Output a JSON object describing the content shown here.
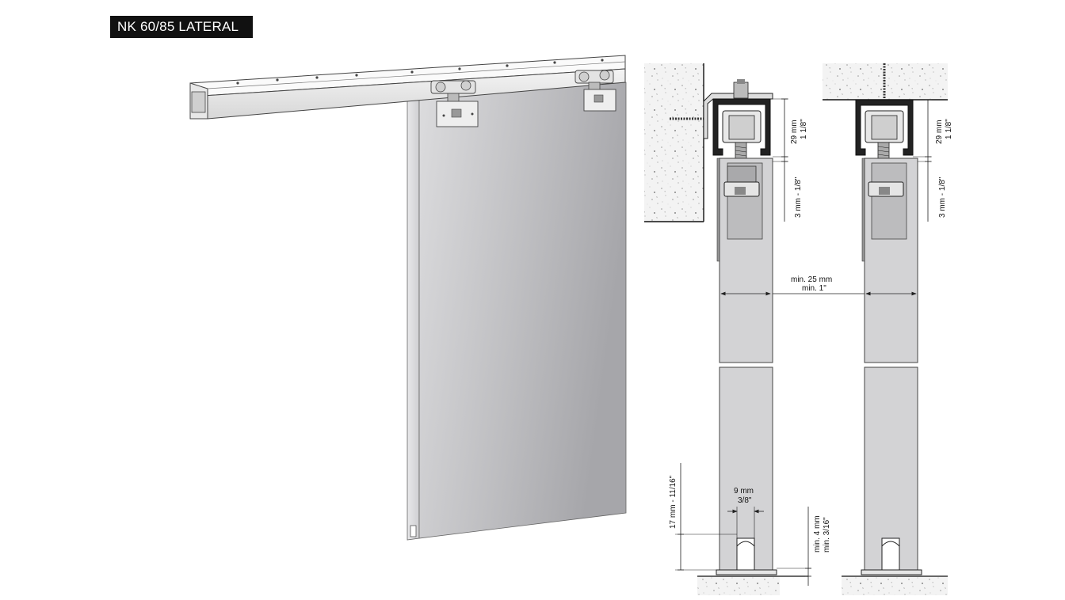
{
  "title": "NK 60/85 LATERAL",
  "colors": {
    "title_bg": "#111111",
    "title_text": "#ffffff",
    "door_light": "#d4d4d6",
    "door_dark": "#a9a9ac",
    "panel_grey": "#c9c9cb",
    "wall_fill": "#f2f2f2",
    "line": "#222222"
  },
  "dimensions": {
    "rail_height_mm": "29 mm",
    "rail_height_in": "1 1/8\"",
    "rail_height_mm_right": "29 mm",
    "rail_height_in_right": "1 1/8\"",
    "gap_top_left": "3 mm - 1/8\"",
    "gap_top_right": "3 mm - 1/8\"",
    "door_spacing_mm": "min. 25 mm",
    "door_spacing_in": "min. 1\"",
    "guide_height": "17 mm - 11/16\"",
    "groove_width_mm": "9 mm",
    "groove_width_in": "3/8\"",
    "floor_gap_mm": "min. 4 mm",
    "floor_gap_in": "min. 3/16\""
  }
}
